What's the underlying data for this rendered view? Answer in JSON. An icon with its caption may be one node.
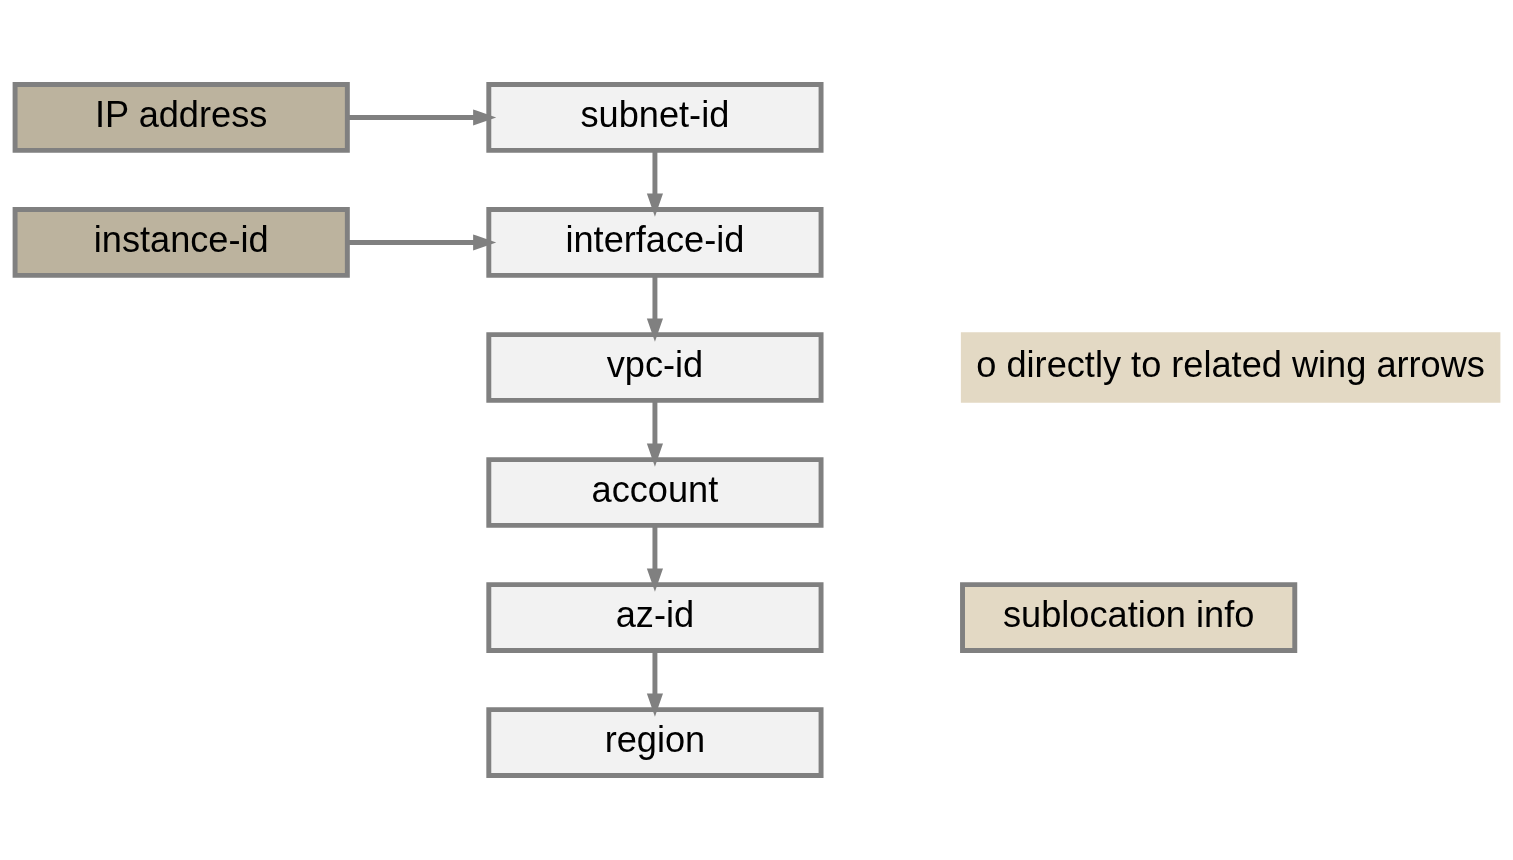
{
  "diagram": {
    "nodes": [
      {
        "text": [
          "IP address"
        ]
      },
      {
        "text": [
          "subnet-id"
        ]
      },
      {
        "text": [
          "interface-id"
        ]
      },
      {
        "text": [
          "instance-id"
        ]
      },
      {
        "text": [
          "o directly to related wing arrows"
        ]
      },
      {
        "text": [
          "vpc-id"
        ]
      },
      {
        "text": [
          "account"
        ]
      },
      {
        "text": [
          "az-id"
        ]
      },
      {
        "text": [
          "sublocation info"
        ]
      },
      {
        "text": [
          "region"
        ]
      }
    ],
    "edges": [
      {
        "from": 0,
        "to": 1,
        "arrow": "to"
      },
      {
        "from": 1,
        "to": 2,
        "arrow": "to"
      },
      {
        "from": 3,
        "to": 2,
        "arrow": "to"
      },
      {
        "from": 2,
        "to": 5,
        "arrow": "to"
      },
      {
        "from": 5,
        "to": 6,
        "arrow": "to"
      },
      {
        "from": 6,
        "to": 7,
        "arrow": "to"
      },
      {
        "from": 7,
        "to": 9,
        "arrow": "to"
      }
    ]
  }
}
